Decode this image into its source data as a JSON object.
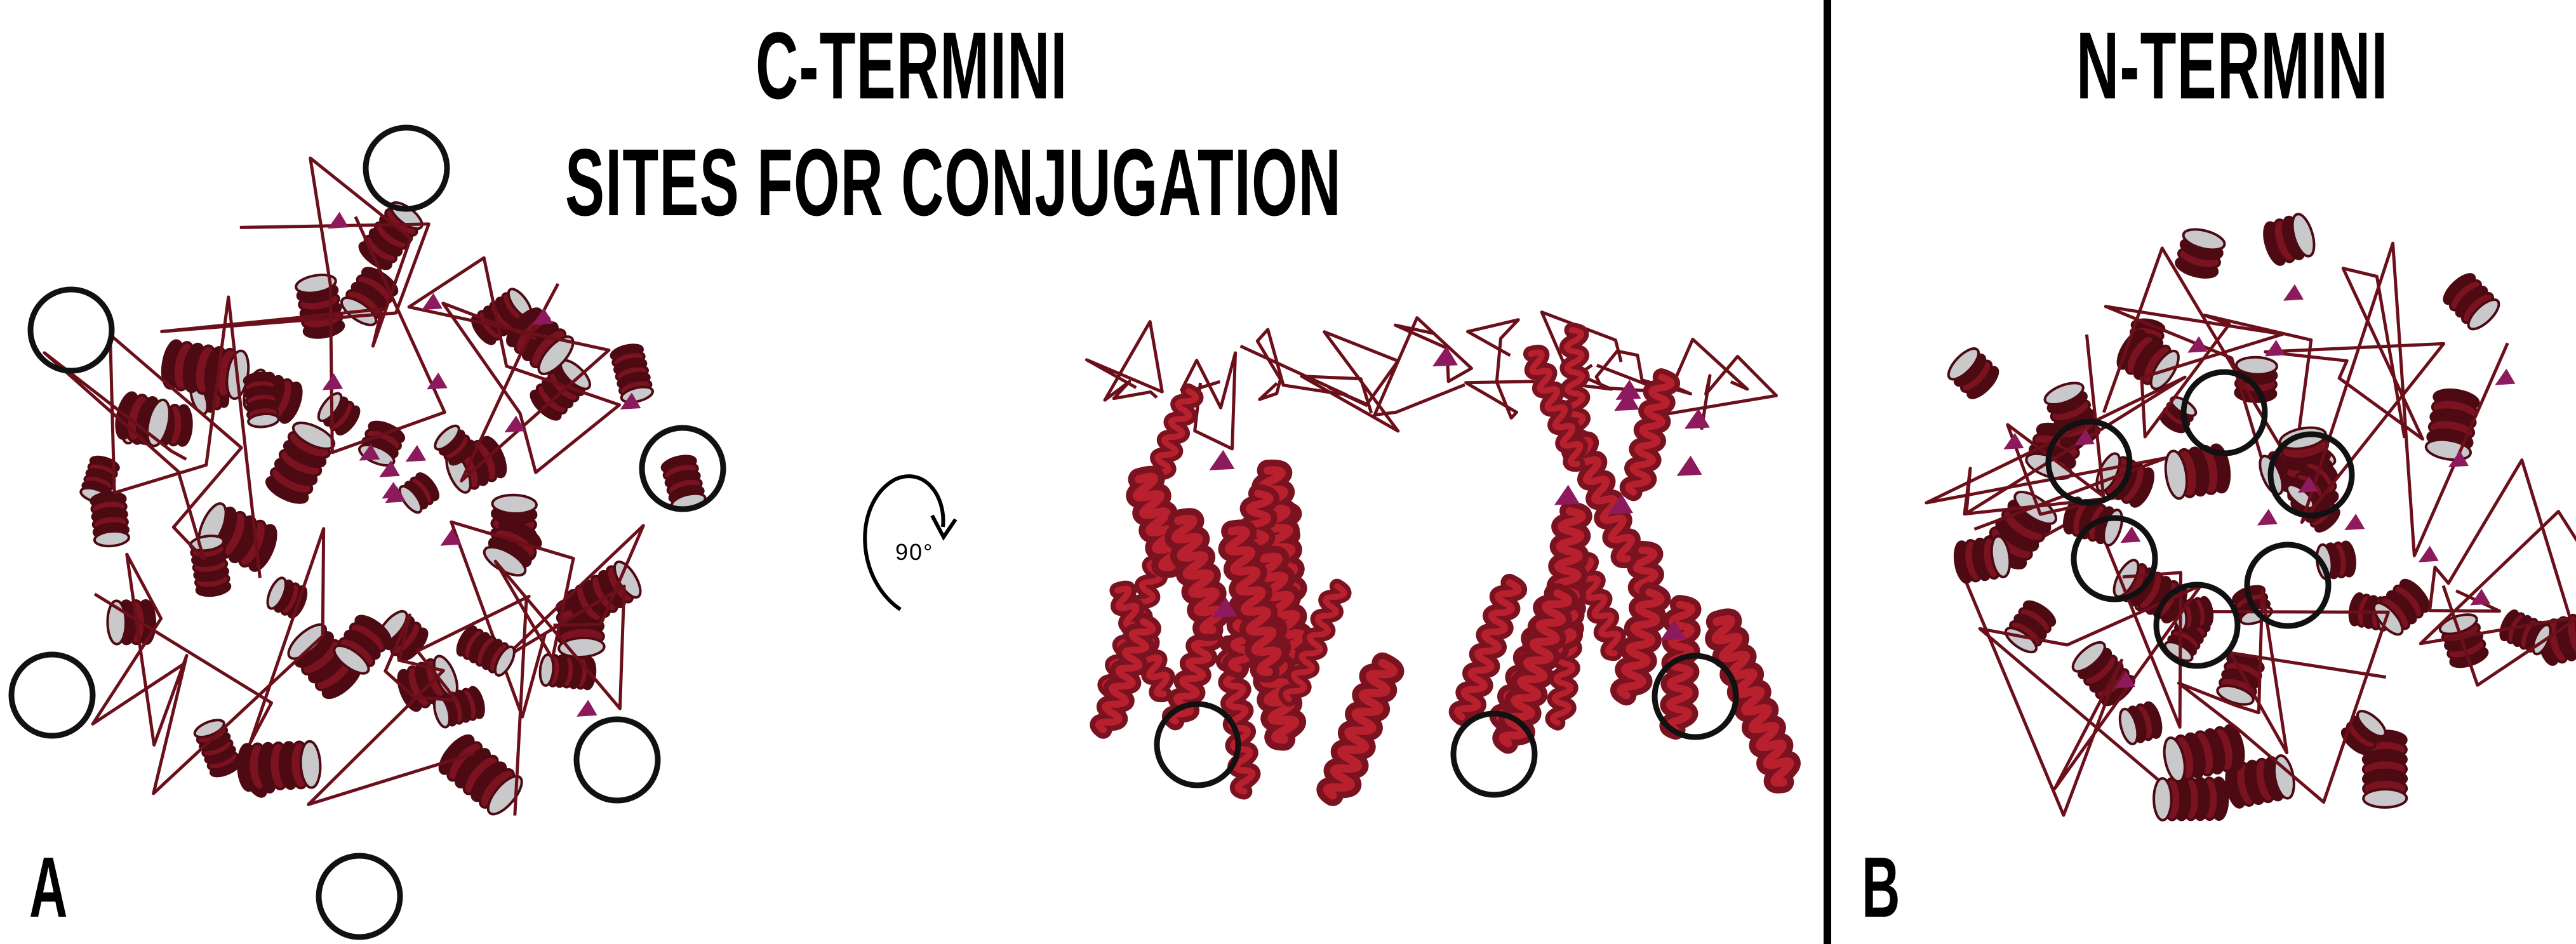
{
  "panel_a": {
    "title": "C-TERMINI",
    "subtitle": "SITES FOR CONJUGATION",
    "letter": "A",
    "rotation_label": "90°"
  },
  "panel_b": {
    "title": "N-TERMINI",
    "letter": "B"
  },
  "colors": {
    "helix": "#7a1220",
    "helix_light": "#b8202e",
    "helix_dark": "#4d0a13",
    "strand_accent": "#8e1a5e",
    "helix_highlight": "#c9c9cc",
    "coil": "#6b0f1a",
    "circle": "#111111",
    "divider": "#000000"
  }
}
